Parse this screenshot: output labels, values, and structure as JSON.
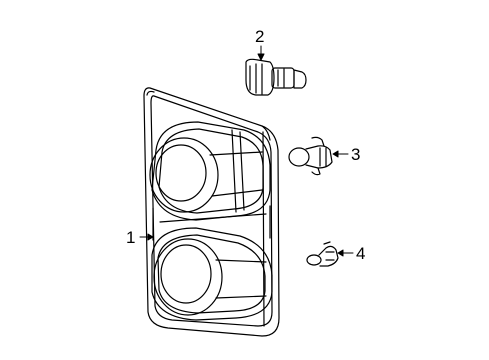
{
  "callouts": {
    "part1": "1",
    "part2": "2",
    "part3": "3",
    "part4": "4"
  },
  "colors": {
    "line": "#000000",
    "background": "#ffffff"
  }
}
